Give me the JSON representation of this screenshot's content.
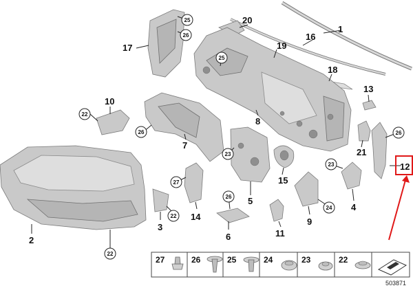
{
  "labels": {
    "p1": "1",
    "p2": "2",
    "p3": "3",
    "p4": "4",
    "p5": "5",
    "p6": "6",
    "p7": "7",
    "p8": "8",
    "p9": "9",
    "p10": "10",
    "p11": "11",
    "p12": "12",
    "p13": "13",
    "p14": "14",
    "p15": "15",
    "p16": "16",
    "p17": "17",
    "p18": "18",
    "p19": "19",
    "p20": "20",
    "p21": "21"
  },
  "callouts": {
    "c25_top": "25",
    "c26_top": "26",
    "c25_mid": "25",
    "c22_left": "22",
    "c26_left": "26",
    "c23_mid": "23",
    "c27": "27",
    "c22_b3": "22",
    "c26_b6": "26",
    "c23_right": "23",
    "c24": "24",
    "c26_right": "26",
    "c22_bottom": "22"
  },
  "legend": [
    "27",
    "26",
    "25",
    "24",
    "23",
    "22"
  ],
  "doc_id": "503871",
  "highlight": {
    "color": "#e01818",
    "target_label": "12"
  }
}
